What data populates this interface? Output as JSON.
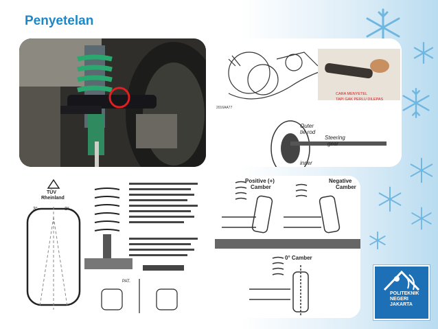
{
  "slide": {
    "title": "Penyetelan",
    "panel2": {
      "note_line1": "CARA MENYETEL",
      "note_line2": "TAPI GAK PERLU DILEPAS",
      "callout_outer": "Outer",
      "callout_tie_rod": "tie rod",
      "callout_steering": "Steering",
      "callout_gear": "gear",
      "callout_inner": "inner",
      "figure_code": "2016AA77"
    },
    "panel3": {
      "brand_line1": "TÜV",
      "brand_line2": "Rheinland",
      "angle_left": "3°",
      "angle_right": "3°",
      "pat_label": "PAT."
    },
    "panel4": {
      "positive_camber": "Positive (+)",
      "positive_camber_2": "Camber",
      "negative_camber": "Negative",
      "negative_camber_2": "Camber",
      "zero_camber": "0° Camber"
    },
    "logo": {
      "line1": "POLITEKNIK",
      "line2": "NEGERI",
      "line3": "JAKARTA"
    }
  },
  "colors": {
    "title": "#1d87c7",
    "logo_bg": "#1e70b6",
    "snowflake": "#6fb7e0"
  }
}
